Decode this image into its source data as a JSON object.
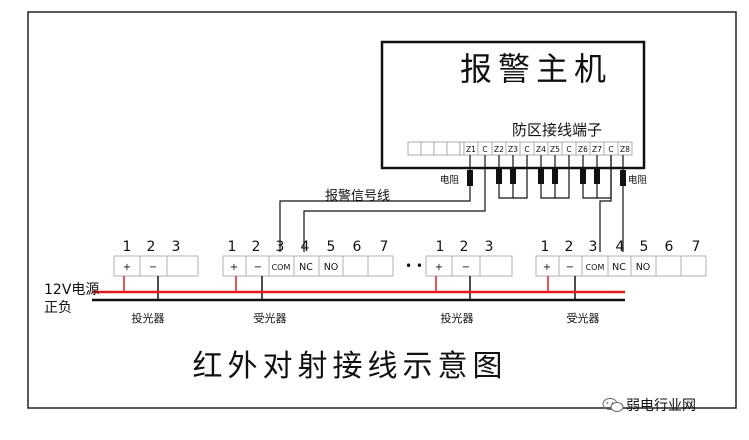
{
  "host": {
    "title": "报警主机",
    "zone_terminal_label": "防区接线端子"
  },
  "host_terminals": [
    "Z1",
    "C",
    "Z2",
    "Z3",
    "C",
    "Z4",
    "Z5",
    "C",
    "Z6",
    "Z7",
    "C",
    "Z8"
  ],
  "resistor_label": "电阻",
  "signal_line_label": "报警信号线",
  "emitter_terminals": {
    "numbers": [
      "1",
      "2",
      "3"
    ],
    "labels": [
      "+",
      "−",
      ""
    ]
  },
  "receiver_terminals": {
    "numbers": [
      "1",
      "2",
      "3",
      "4",
      "5",
      "6",
      "7"
    ],
    "labels": [
      "+",
      "−",
      "COM",
      "NC",
      "NO",
      "",
      ""
    ]
  },
  "ellipsis": "• •",
  "power": {
    "line1": "12V电源",
    "line2": "正负"
  },
  "emitter_label": "投光器",
  "receiver_label": "受光器",
  "diagram_title": "红外对射接线示意图",
  "watermark": "弱电行业网",
  "colors": {
    "positive_wire": "#e21c1c",
    "negative_wire": "#111111"
  }
}
